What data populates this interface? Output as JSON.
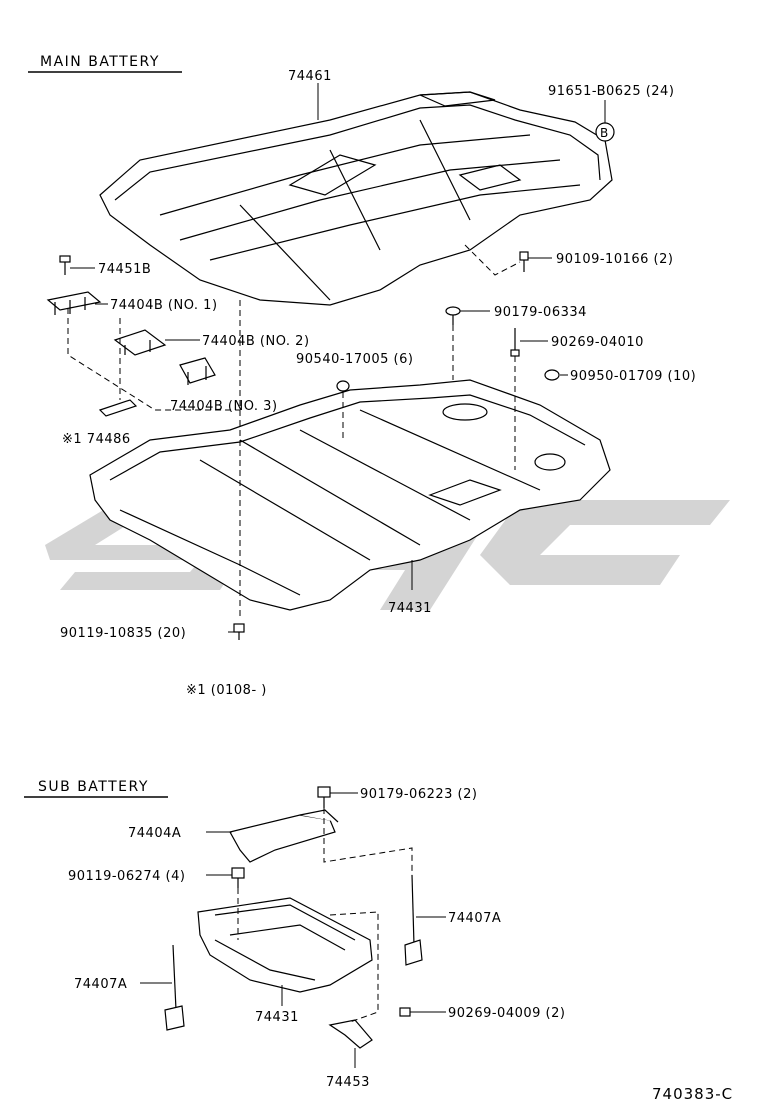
{
  "sections": {
    "main": "MAIN BATTERY",
    "sub": "SUB BATTERY"
  },
  "note": "※1 (0108-      )",
  "diagram_code": "740383-C",
  "callout_b": "B",
  "main_labels": {
    "p74461": "74461",
    "p91651": "91651-B0625 (24)",
    "p74451b": "74451B",
    "p90109": "90109-10166 (2)",
    "p74404b1": "74404B (NO. 1)",
    "p90179a": "90179-06334",
    "p74404b2": "74404B (NO. 2)",
    "p90269a": "90269-04010",
    "p90540": "90540-17005 (6)",
    "p90950": "90950-01709 (10)",
    "p74404b3": "74404B (NO. 3)",
    "p74486": "※1 74486",
    "p74431": "74431",
    "p90119a": "90119-10835 (20)"
  },
  "sub_labels": {
    "p90179b": "90179-06223 (2)",
    "p74404a": "74404A",
    "p90119b": "90119-06274 (4)",
    "p74407a_r": "74407A",
    "p74407a_l": "74407A",
    "p74431": "74431",
    "p90269b": "90269-04009 (2)",
    "p74453": "74453"
  },
  "colors": {
    "ink": "#000000",
    "watermark": "#d4d4d4",
    "paper": "#ffffff"
  }
}
